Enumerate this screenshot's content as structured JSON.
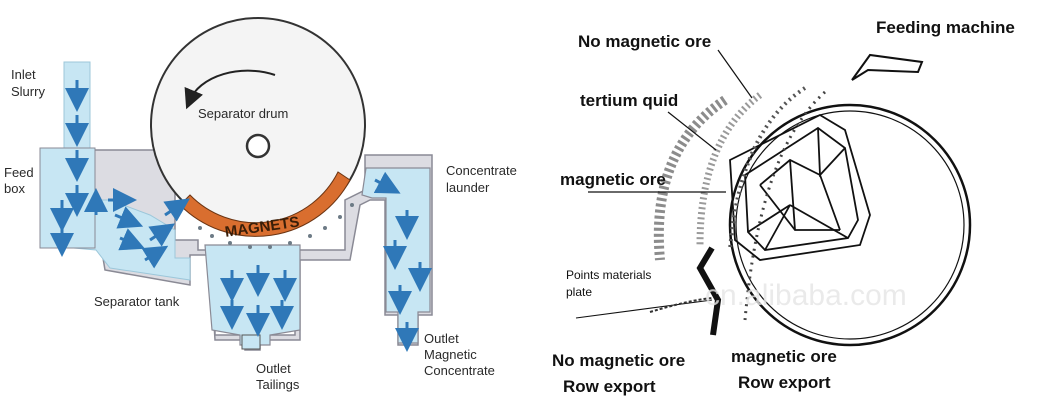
{
  "left": {
    "labels": {
      "inlet_1": "Inlet",
      "inlet_2": "Slurry",
      "feed_1": "Feed",
      "feed_2": "box",
      "drum": "Separator drum",
      "magnets": "MAGNETS",
      "concentrate_1": "Concentrate",
      "concentrate_2": "launder",
      "tank": "Separator tank",
      "tail_1": "Outlet",
      "tail_2": "Tailings",
      "mag_1": "Outlet",
      "mag_2": "Magnetic",
      "mag_3": "Concentrate"
    },
    "colors": {
      "slurry": "#c6e6f3",
      "tank": "#d9d9df",
      "arrow": "#2f78b8",
      "magnets": "#d96e2f"
    }
  },
  "right": {
    "labels": {
      "feeding": "Feeding machine",
      "no_mag": "No magnetic ore",
      "tertium": "tertium quid",
      "mag": "magnetic ore",
      "plate_1": "Points materials",
      "plate_2": "plate",
      "bottom_left_1": "No magnetic ore",
      "bottom_left_2": "Row export",
      "bottom_right_1": "magnetic ore",
      "bottom_right_2": "Row export"
    }
  }
}
